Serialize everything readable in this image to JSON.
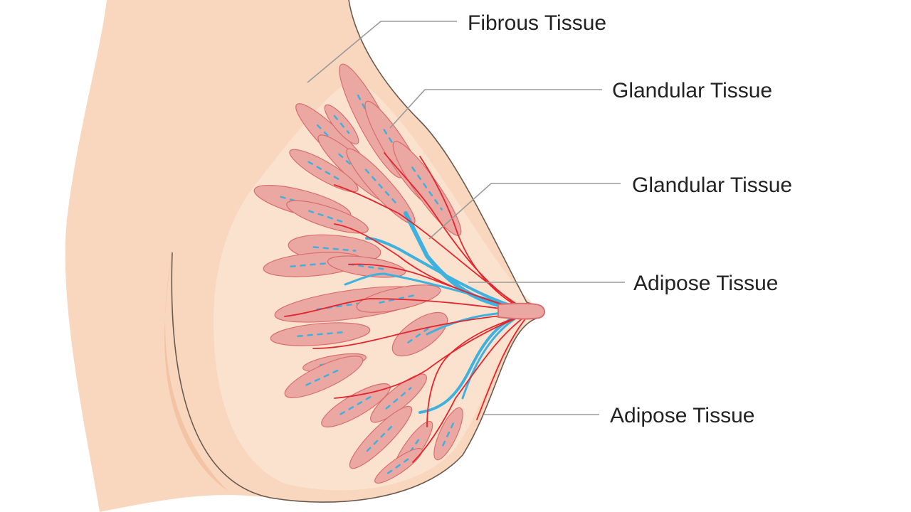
{
  "labels": [
    {
      "id": "fibrous",
      "text": "Fibrous Tissue"
    },
    {
      "id": "glandular-1",
      "text": "Glandular Tissue"
    },
    {
      "id": "glandular-2",
      "text": "Glandular Tissue"
    },
    {
      "id": "adipose-1",
      "text": "Adipose Tissue"
    },
    {
      "id": "adipose-2",
      "text": "Adipose Tissue"
    }
  ],
  "colors": {
    "skin": "#f9d7bf",
    "skin_inner": "#fbe2cf",
    "skin_shadow": "#f2c4a3",
    "outline": "#6b5a50",
    "lobule": "#eba7a2",
    "lobule_edge": "#d86f6e",
    "artery": "#e3262e",
    "duct": "#3fb1de",
    "leader_line": "#9a9a9a",
    "text": "#222222"
  }
}
